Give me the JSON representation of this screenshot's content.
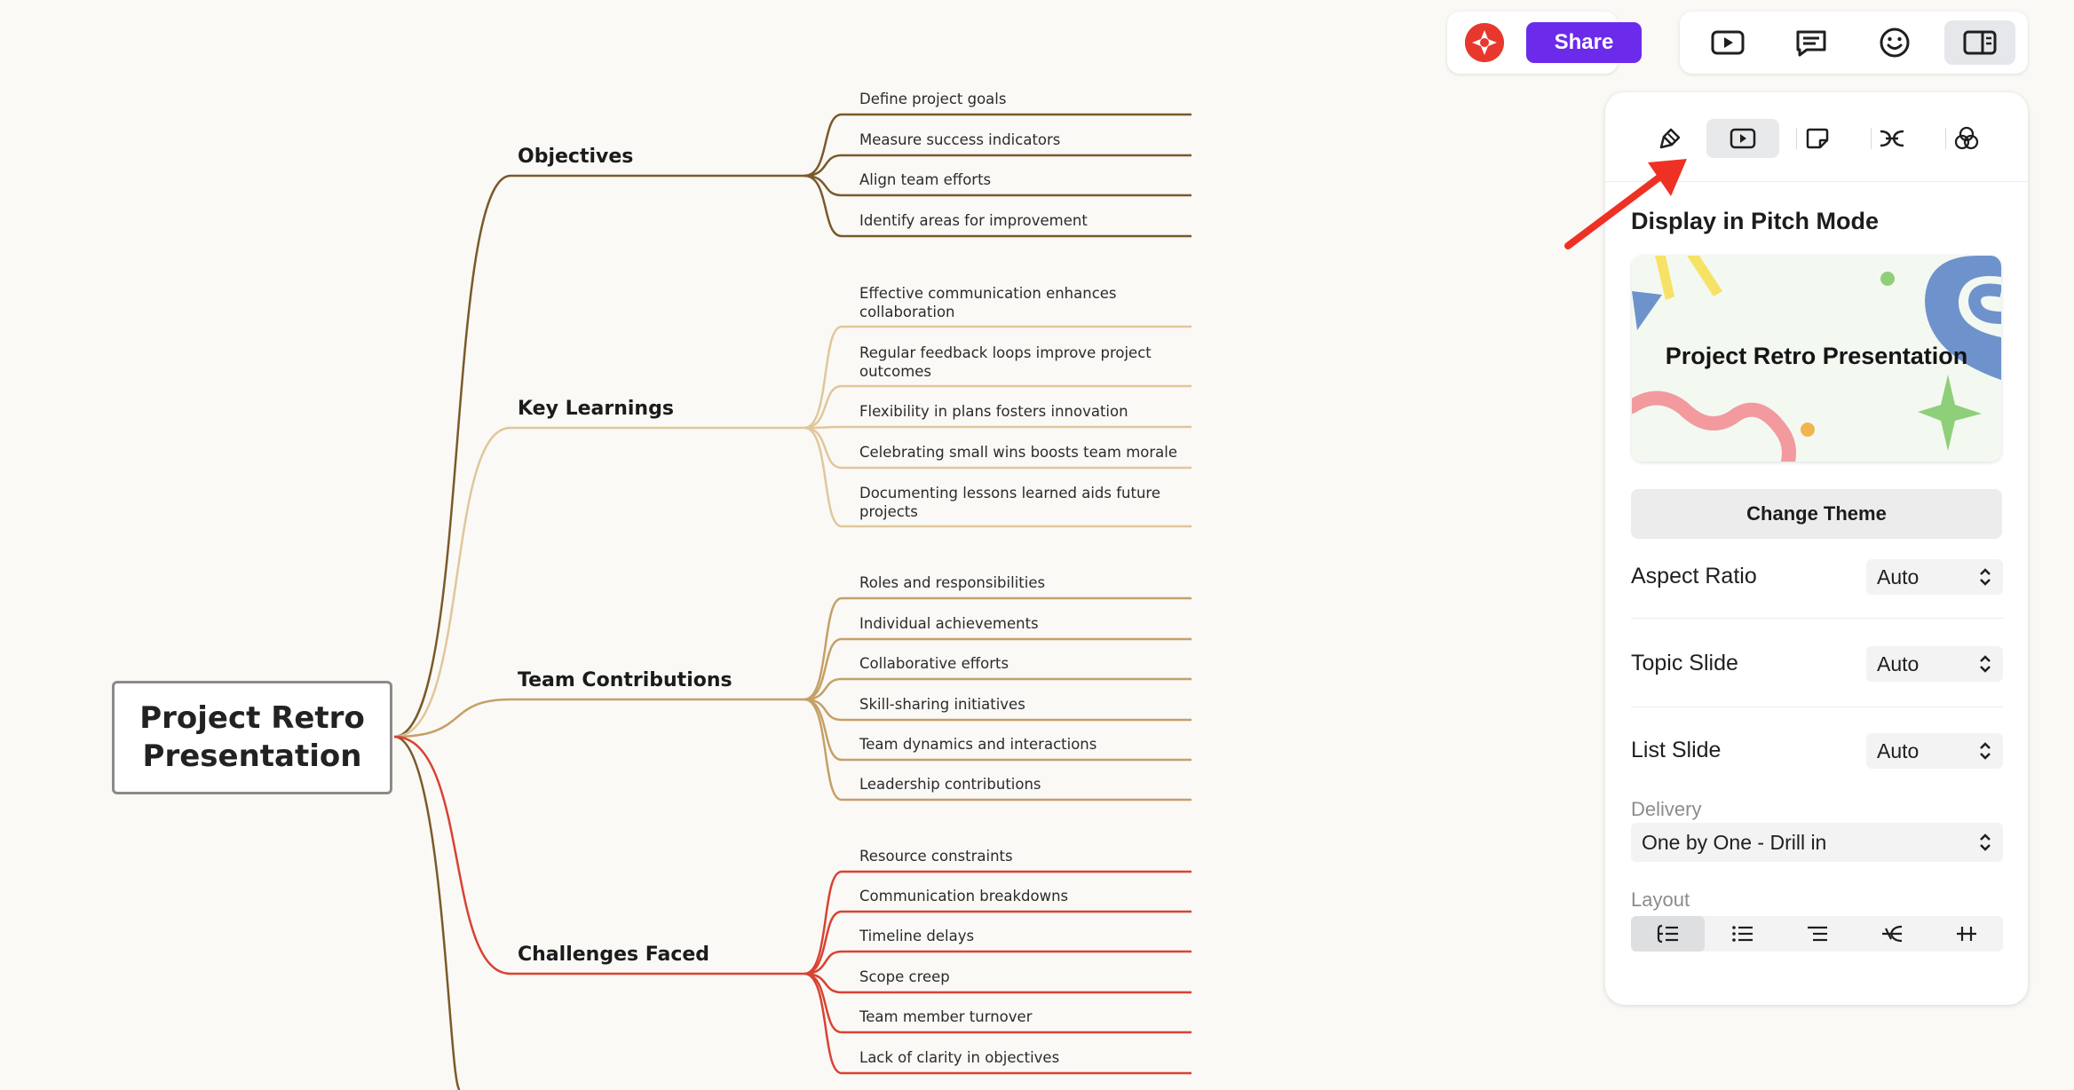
{
  "mindmap": {
    "root": "Project Retro Presentation",
    "branches": [
      {
        "label": "Objectives",
        "color": "#7a5a2a",
        "items": [
          "Define project goals",
          "Measure success indicators",
          "Align team efforts",
          "Identify areas for improvement"
        ]
      },
      {
        "label": "Key Learnings",
        "color": "#e0c79a",
        "items": [
          "Effective communication enhances collaboration",
          "Regular feedback loops improve project outcomes",
          "Flexibility in plans fosters innovation",
          "Celebrating small wins boosts team morale",
          "Documenting lessons learned aids future projects"
        ]
      },
      {
        "label": "Team Contributions",
        "color": "#c5a067",
        "items": [
          "Roles and responsibilities",
          "Individual achievements",
          "Collaborative efforts",
          "Skill-sharing initiatives",
          "Team dynamics and interactions",
          "Leadership contributions"
        ]
      },
      {
        "label": "Challenges Faced",
        "color": "#d94232",
        "items": [
          "Resource constraints",
          "Communication breakdowns",
          "Timeline delays",
          "Scope creep",
          "Team member turnover",
          "Lack of clarity in objectives"
        ]
      }
    ]
  },
  "toolbar": {
    "share_label": "Share",
    "brand_color": "#6c2bea",
    "tools": [
      {
        "icon": "play-icon",
        "active": false
      },
      {
        "icon": "outline-icon",
        "active": false
      },
      {
        "icon": "emoji-icon",
        "active": false
      },
      {
        "icon": "panel-icon",
        "active": true
      }
    ]
  },
  "panel": {
    "tabs": [
      {
        "icon": "style-brush-icon",
        "active": false
      },
      {
        "icon": "pitch-play-icon",
        "active": true
      },
      {
        "icon": "sticker-icon",
        "active": false
      },
      {
        "icon": "branch-map-icon",
        "active": false
      },
      {
        "icon": "theme-circles-icon",
        "active": false
      }
    ],
    "title": "Display in Pitch Mode",
    "theme_preview_title": "Project Retro Presentation",
    "change_theme_label": "Change Theme",
    "aspect_ratio": {
      "label": "Aspect Ratio",
      "value": "Auto"
    },
    "topic_slide": {
      "label": "Topic Slide",
      "value": "Auto"
    },
    "list_slide": {
      "label": "List Slide",
      "value": "Auto"
    },
    "delivery": {
      "label": "Delivery",
      "value": "One by One - Drill in"
    },
    "layout": {
      "label": "Layout",
      "options": [
        "layout-tree-icon",
        "layout-list-icon",
        "layout-indent-icon",
        "layout-map-icon",
        "layout-timeline-icon"
      ],
      "active_index": 0
    }
  },
  "annotation": {
    "arrow_color": "#ee3124"
  }
}
